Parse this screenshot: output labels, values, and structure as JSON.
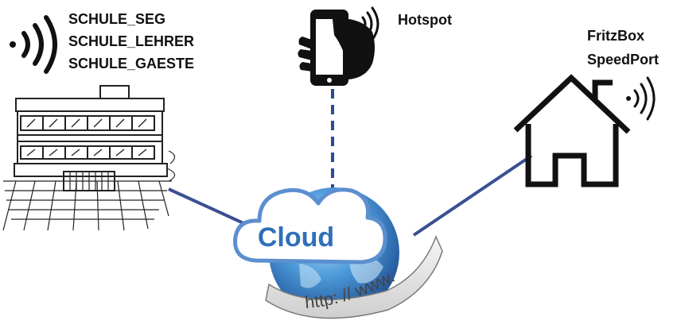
{
  "school": {
    "ssids": [
      "SCHULE_SEG",
      "SCHULE_LEHRER",
      "SCHULE_GAESTE"
    ]
  },
  "phone": {
    "label": "Hotspot"
  },
  "home": {
    "routers": [
      "FritzBox",
      "SpeedPort"
    ]
  },
  "cloud": {
    "label": "Cloud",
    "banner": "http: // www."
  },
  "colors": {
    "link": "#3a4f93",
    "cloud_fill": "#ffffff",
    "cloud_stroke": "#5b8fd0",
    "cloud_text": "#2f6fba",
    "globe_dark": "#1a4f9c",
    "globe_light": "#6fb5ea",
    "banner": "#e6e6e6",
    "ink": "#111111"
  }
}
